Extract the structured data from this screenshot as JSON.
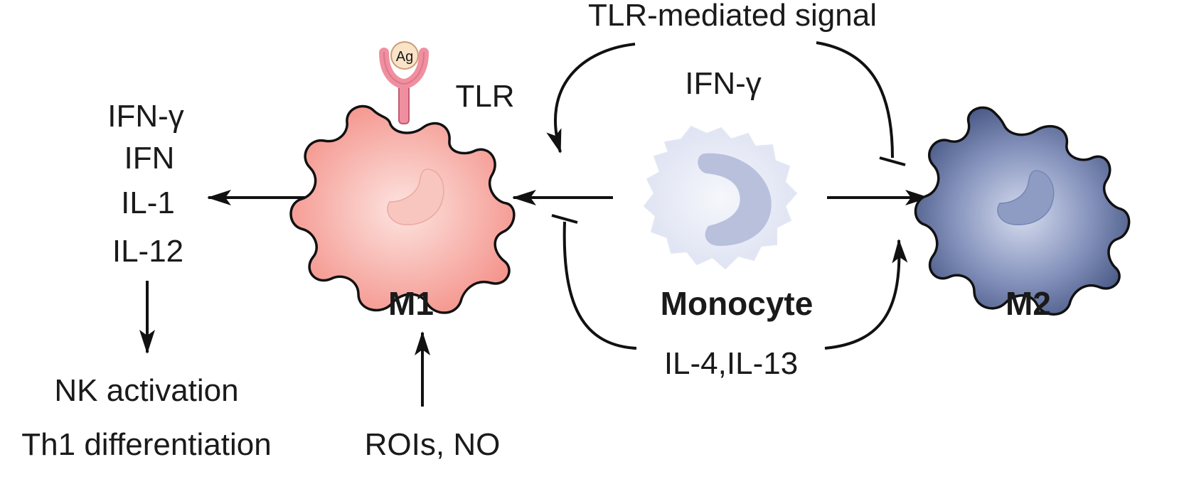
{
  "labels": {
    "tlr_signal": "TLR-mediated signal",
    "ifn_gamma_top": "IFN-γ",
    "tlr": "TLR",
    "antigen": "Ag",
    "m1": "M1",
    "monocyte": "Monocyte",
    "m2": "M2",
    "il4_il13": "IL-4,IL-13",
    "rois_no": "ROIs, NO"
  },
  "cytokines": [
    "IFN-γ",
    "IFN",
    "IL-1",
    "IL-12"
  ],
  "outcomes": [
    "NK activation",
    "Th1 differentiation"
  ],
  "colors": {
    "m1_fill": "#f6a9a2",
    "m1_center": "#fde4e0",
    "m1_nucleus": "#f8c6bf",
    "monocyte_fill": "#e9ecf7",
    "monocyte_nucleus": "#b9c0dc",
    "m2_fill": "#5f6f9c",
    "m2_center": "#c9d0e8",
    "m2_nucleus": "#8e9cc4",
    "receptor": "#f08fa0",
    "antigen": "#fbe3c8",
    "line": "#111111"
  }
}
